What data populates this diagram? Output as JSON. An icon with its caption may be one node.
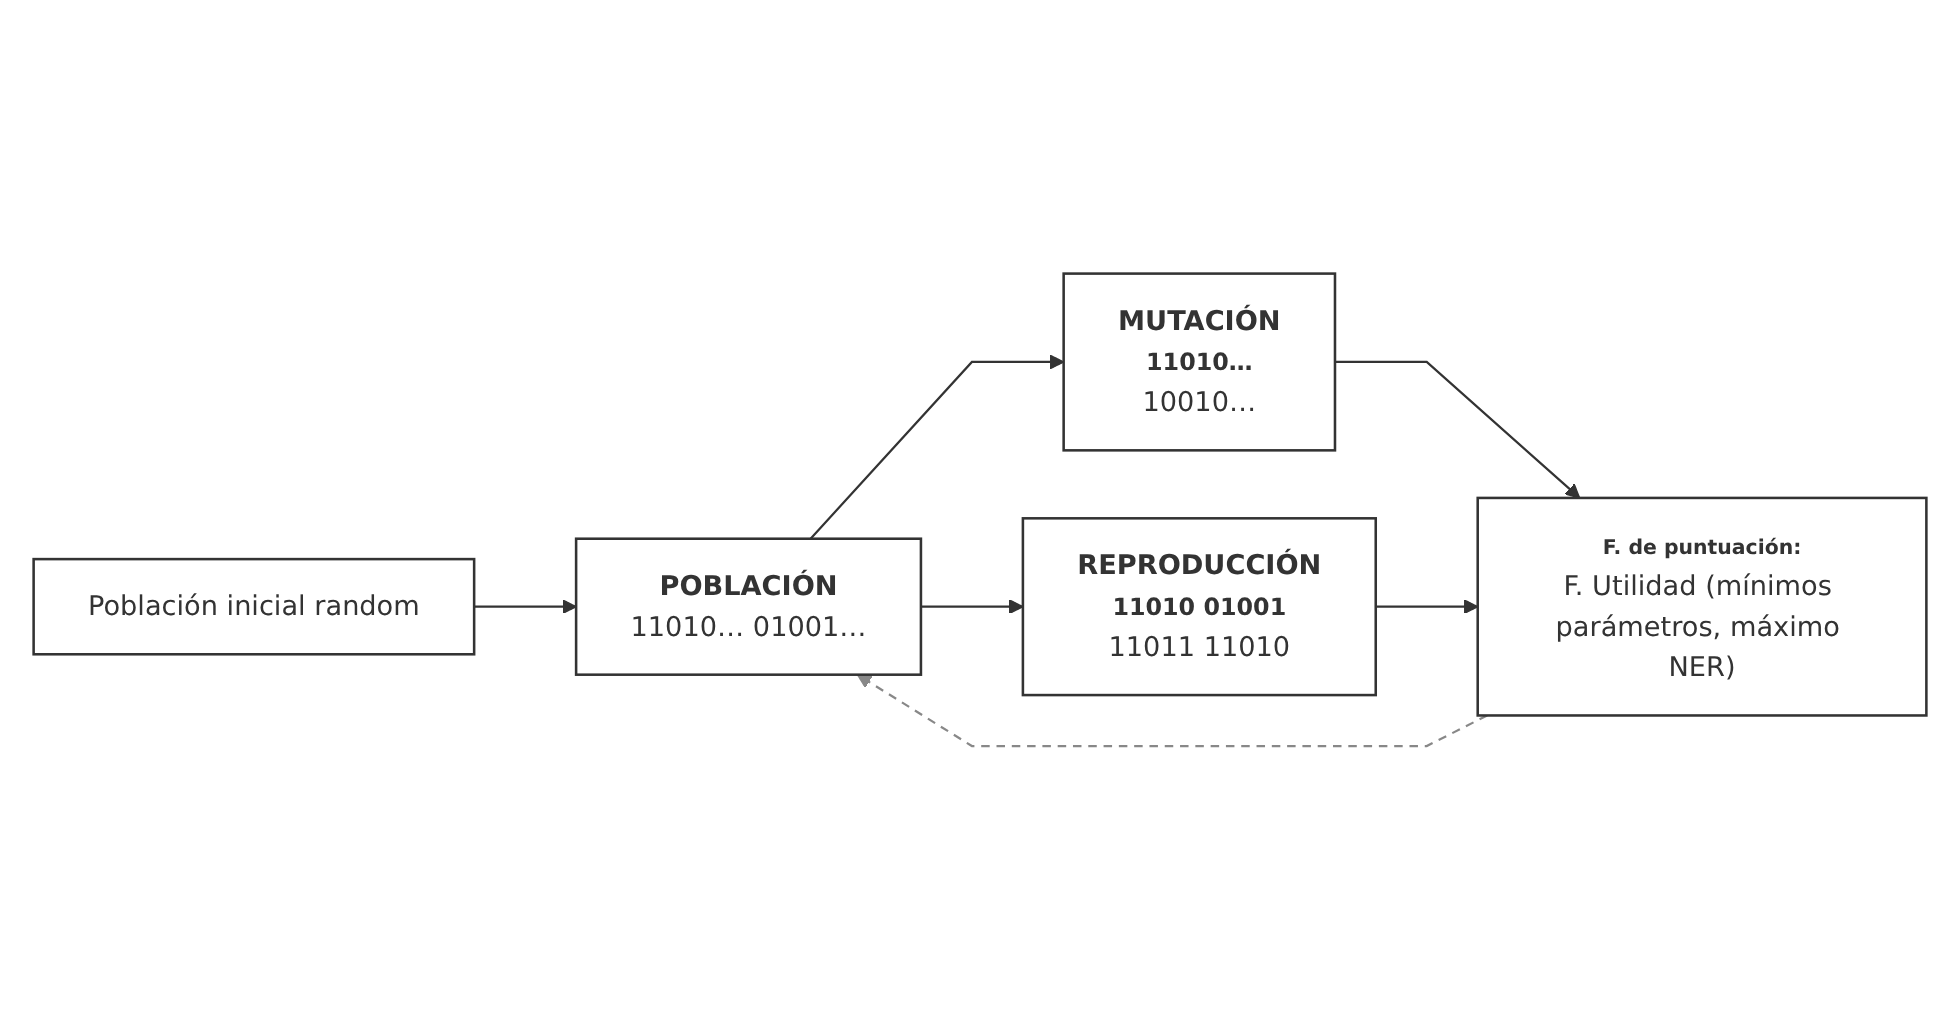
{
  "diagram": {
    "nodes": [
      {
        "text": [
          "Población inicial random"
        ]
      },
      {
        "text": [
          "POBLACIÓN",
          "11010… 01001…"
        ]
      },
      {
        "text": [
          "MUTACIÓN",
          "11010…",
          "10010…"
        ]
      },
      {
        "text": [
          "REPRODUCCIÓN",
          "11010 01001",
          "11011 11010"
        ]
      },
      {
        "text": [
          "F. de puntuación:",
          "F. Utilidad (mínimos parámetros, máximo NER)"
        ]
      }
    ],
    "edges": [
      {
        "from": 0,
        "to": 1,
        "arrow": "to"
      },
      {
        "from": 1,
        "to": 2,
        "arrow": "to"
      },
      {
        "from": 1,
        "to": 3,
        "arrow": "to"
      },
      {
        "from": 2,
        "to": 4,
        "arrow": "to"
      },
      {
        "from": 3,
        "to": 4,
        "arrow": "to"
      },
      {
        "from": 4,
        "to": 1,
        "arrow": "to",
        "style": "dashed",
        "color": "#888888"
      }
    ]
  }
}
